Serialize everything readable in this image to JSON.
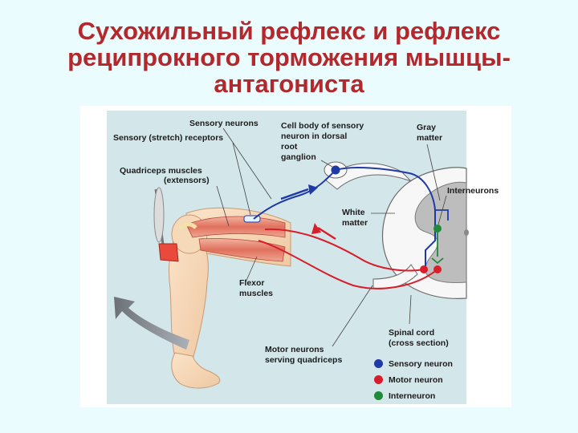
{
  "title": {
    "line1": "Сухожильный рефлекс и рефлекс",
    "line2": "реципрокного торможения мышцы-",
    "line3": "антагониста"
  },
  "labels": {
    "sensory_neurons": "Sensory neurons",
    "sensory_receptors": "Sensory (stretch) receptors",
    "quadriceps_1": "Quadriceps muscles",
    "quadriceps_2": "(extensors)",
    "cell_body_1": "Cell body of sensory",
    "cell_body_2": "neuron in dorsal",
    "cell_body_3": "root",
    "cell_body_4": "ganglion",
    "gray_1": "Gray",
    "gray_2": "matter",
    "interneurons": "Interneurons",
    "white_1": "White",
    "white_2": "matter",
    "flexor_1": "Flexor",
    "flexor_2": "muscles",
    "spinal_1": "Spinal cord",
    "spinal_2": "(cross section)",
    "motor_1": "Motor neurons",
    "motor_2": "serving quadriceps"
  },
  "legend": [
    {
      "label": "Sensory neuron",
      "color": "#1f3aa6"
    },
    {
      "label": "Motor neuron",
      "color": "#d81e2a"
    },
    {
      "label": "Interneuron",
      "color": "#1f8a3a"
    }
  ],
  "colors": {
    "title": "#b3282c",
    "sensory": "#1f3aa6",
    "motor": "#d81e2a",
    "interneuron": "#1f8a3a",
    "panel": "#d3e6ea",
    "slide_bg": "#eafcfd"
  }
}
